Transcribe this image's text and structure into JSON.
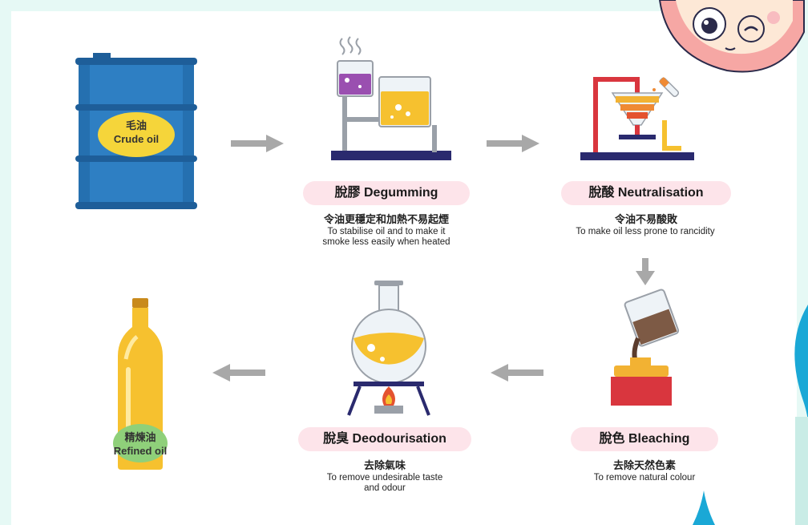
{
  "crude_oil": {
    "zh": "毛油",
    "en": "Crude oil"
  },
  "refined_oil": {
    "zh": "精煉油",
    "en": "Refined oil"
  },
  "steps": {
    "degumming": {
      "title": "脫膠 Degumming",
      "zh": "令油更穩定和加熱不易起煙",
      "en1": "To stabilise oil and to make it",
      "en2": "smoke less easily when heated"
    },
    "neutralisation": {
      "title": "脫酸 Neutralisation",
      "zh": "令油不易酸敗",
      "en1": "To make oil less prone to rancidity"
    },
    "bleaching": {
      "title": "脫色 Bleaching",
      "zh": "去除天然色素",
      "en1": "To remove natural colour"
    },
    "deodourisation": {
      "title": "脫臭 Deodourisation",
      "zh": "去除氣味",
      "en1": "To remove undesirable taste",
      "en2": "and odour"
    }
  },
  "colors": {
    "barrel": "#2e7fc3",
    "barrel_label": "#f5d53a",
    "pill": "#fde4ea",
    "arrow": "#a8a8a8",
    "oil_yellow": "#f6c12f",
    "purple_liquid": "#9a4fb0",
    "bottle_label": "#8fd07a"
  }
}
